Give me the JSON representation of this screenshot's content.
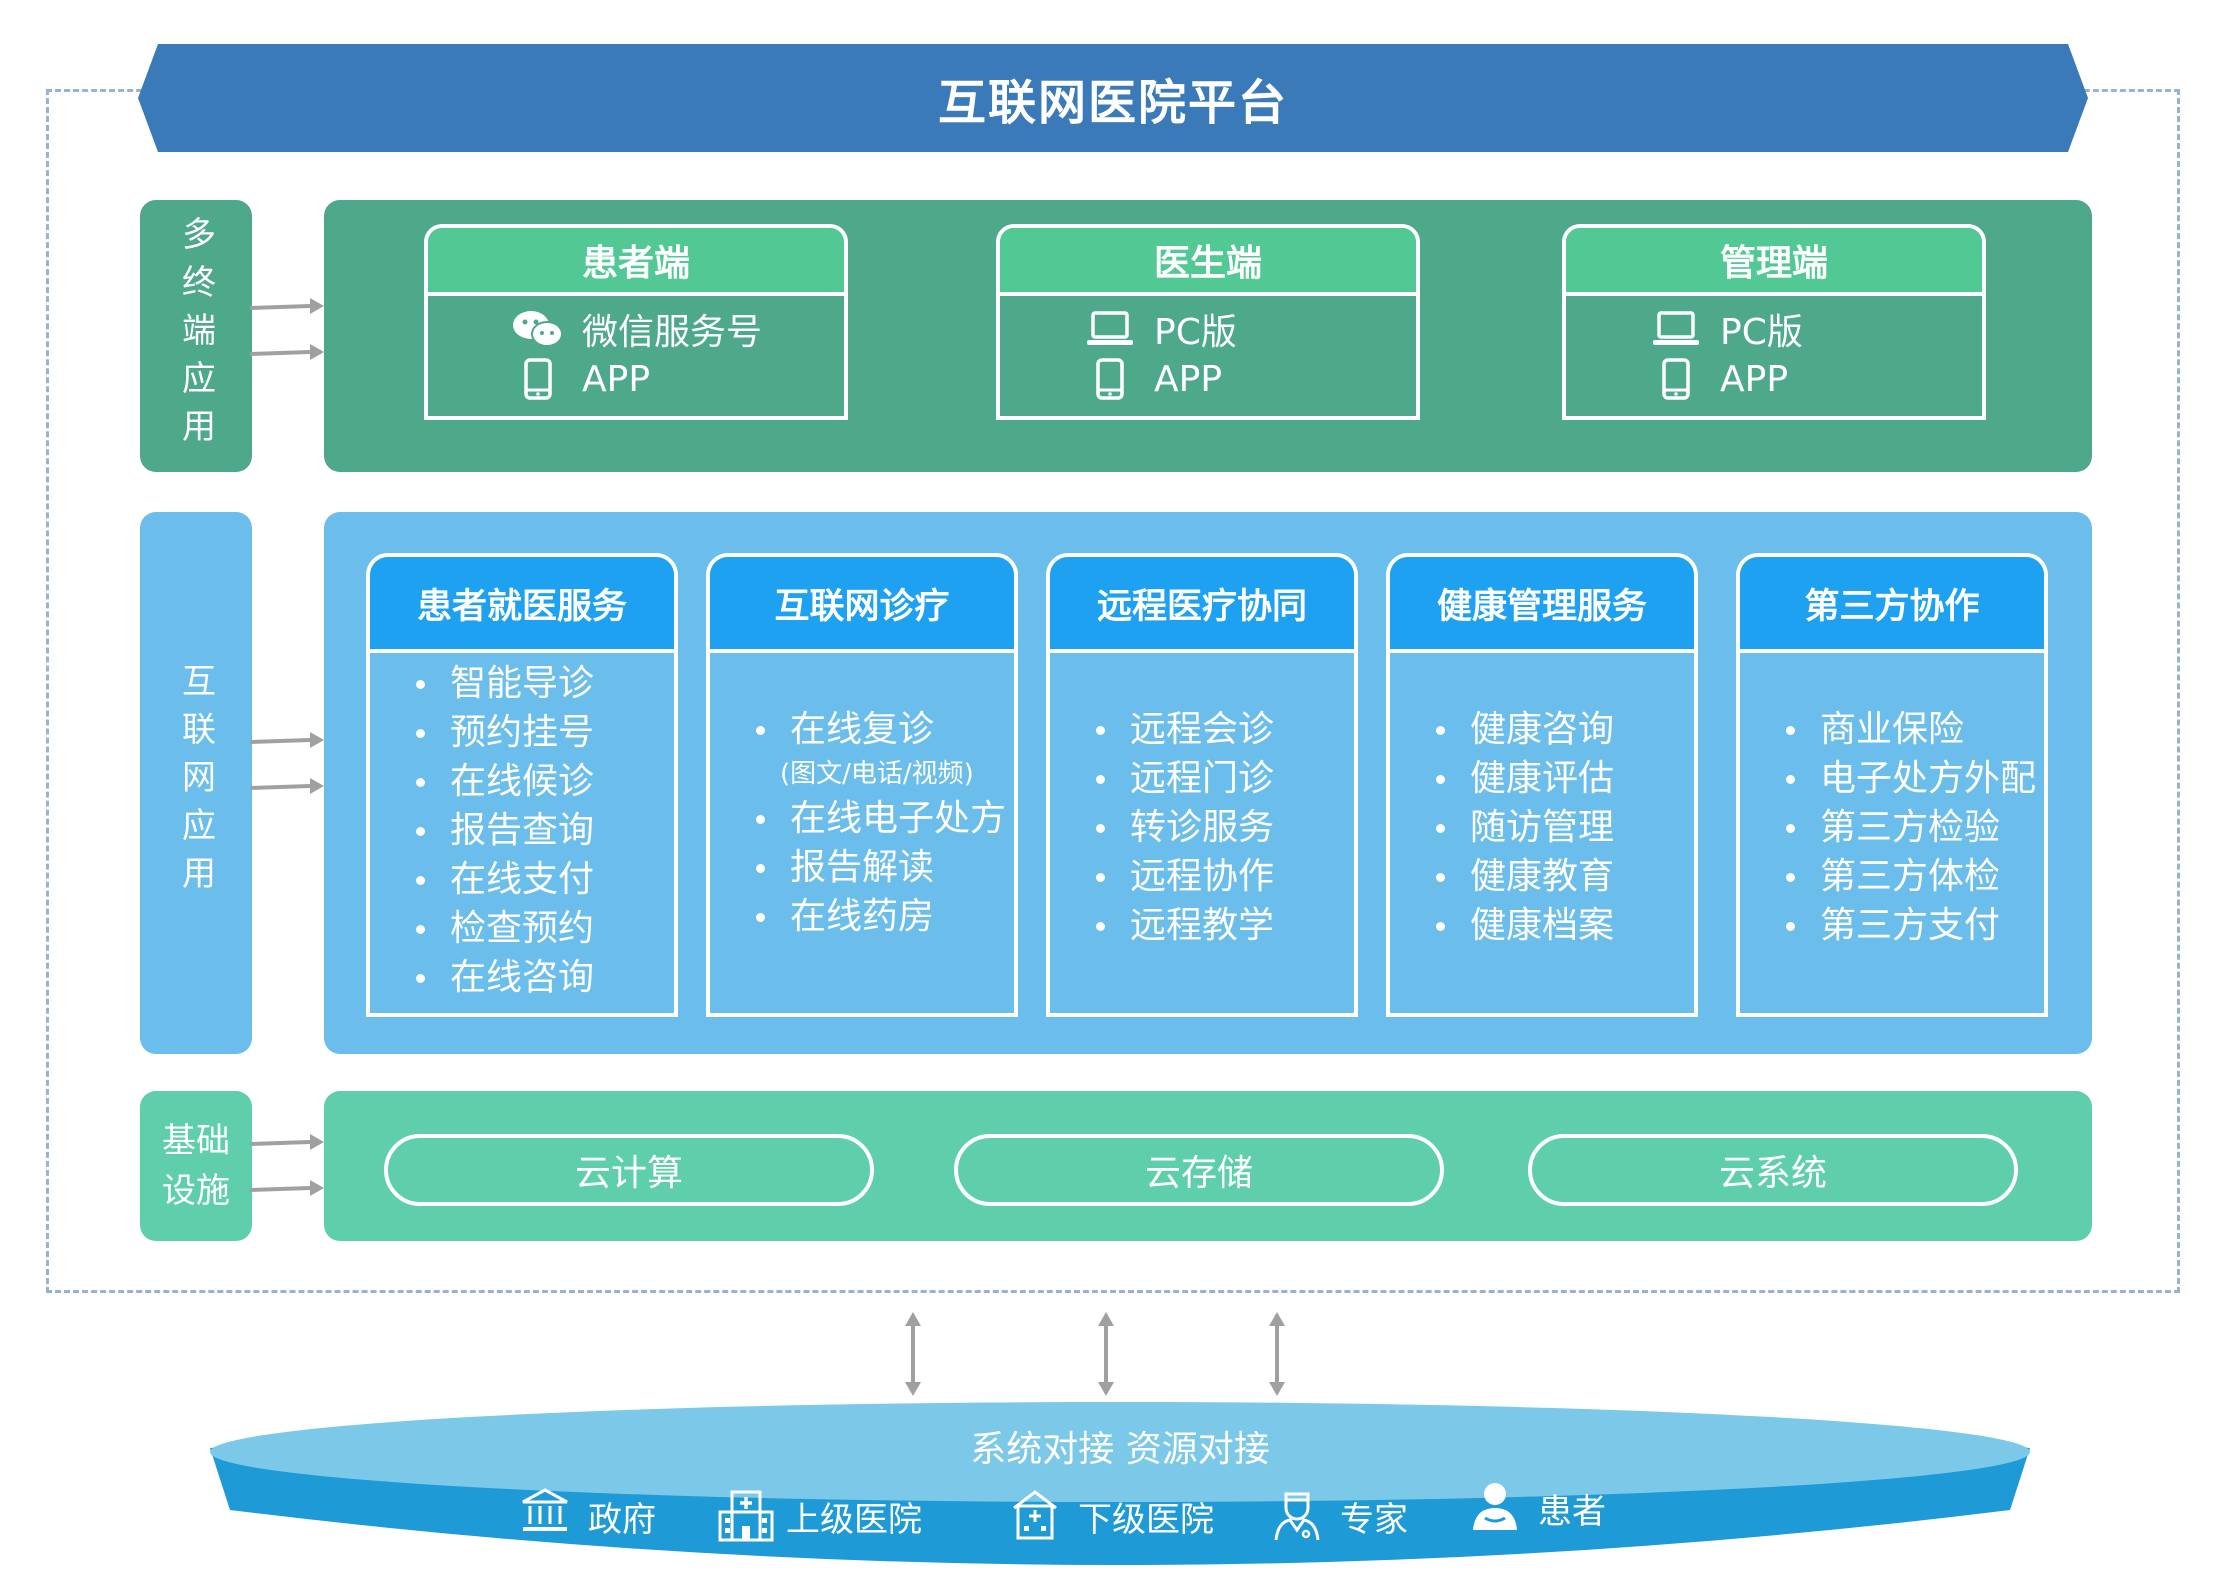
{
  "colors": {
    "banner": "#3a7ab8",
    "terminal_panel": "#4ea88a",
    "terminal_head": "#52c995",
    "internet_panel": "#6bbdec",
    "internet_head": "#1ea1f1",
    "infra_panel": "#5ecfaa",
    "disk_top": "#7cc8e8",
    "disk_side": "#1e9ad6",
    "arrow": "#a0a0a0"
  },
  "title": "互联网医院平台",
  "layers": {
    "terminal": {
      "label": "多终端应用",
      "cards": [
        {
          "title": "患者端",
          "rows": [
            {
              "icon": "wechat-icon",
              "text": "微信服务号"
            },
            {
              "icon": "phone-icon",
              "text": "APP"
            }
          ]
        },
        {
          "title": "医生端",
          "rows": [
            {
              "icon": "laptop-icon",
              "text": "PC版"
            },
            {
              "icon": "phone-icon",
              "text": "APP"
            }
          ]
        },
        {
          "title": "管理端",
          "rows": [
            {
              "icon": "laptop-icon",
              "text": "PC版"
            },
            {
              "icon": "phone-icon",
              "text": "APP"
            }
          ]
        }
      ]
    },
    "internet": {
      "label": "互联网应用",
      "cards": [
        {
          "title": "患者就医服务",
          "items": [
            "智能导诊",
            "预约挂号",
            "在线候诊",
            "报告查询",
            "在线支付",
            "检查预约",
            "在线咨询"
          ]
        },
        {
          "title": "互联网诊疗",
          "items": [
            "在线复诊",
            "(图文/电话/视频)",
            "在线电子处方",
            "报告解读",
            "在线药房"
          ]
        },
        {
          "title": "远程医疗协同",
          "items": [
            "远程会诊",
            "远程门诊",
            "转诊服务",
            "远程协作",
            "远程教学"
          ]
        },
        {
          "title": "健康管理服务",
          "items": [
            "健康咨询",
            "健康评估",
            "随访管理",
            "健康教育",
            "健康档案"
          ]
        },
        {
          "title": "第三方协作",
          "items": [
            "商业保险",
            "电子处方外配",
            "第三方检验",
            "第三方体检",
            "第三方支付"
          ]
        }
      ]
    },
    "infra": {
      "label_line1": "基础",
      "label_line2": "设施",
      "items": [
        "云计算",
        "云存储",
        "云系统"
      ]
    }
  },
  "connect": {
    "title": "系统对接  资源对接",
    "actors": [
      {
        "icon": "government-icon",
        "label": "政府"
      },
      {
        "icon": "hospital-icon",
        "label": "上级医院"
      },
      {
        "icon": "clinic-icon",
        "label": "下级医院"
      },
      {
        "icon": "doctor-icon",
        "label": "专家"
      },
      {
        "icon": "patient-icon",
        "label": "患者"
      }
    ]
  }
}
